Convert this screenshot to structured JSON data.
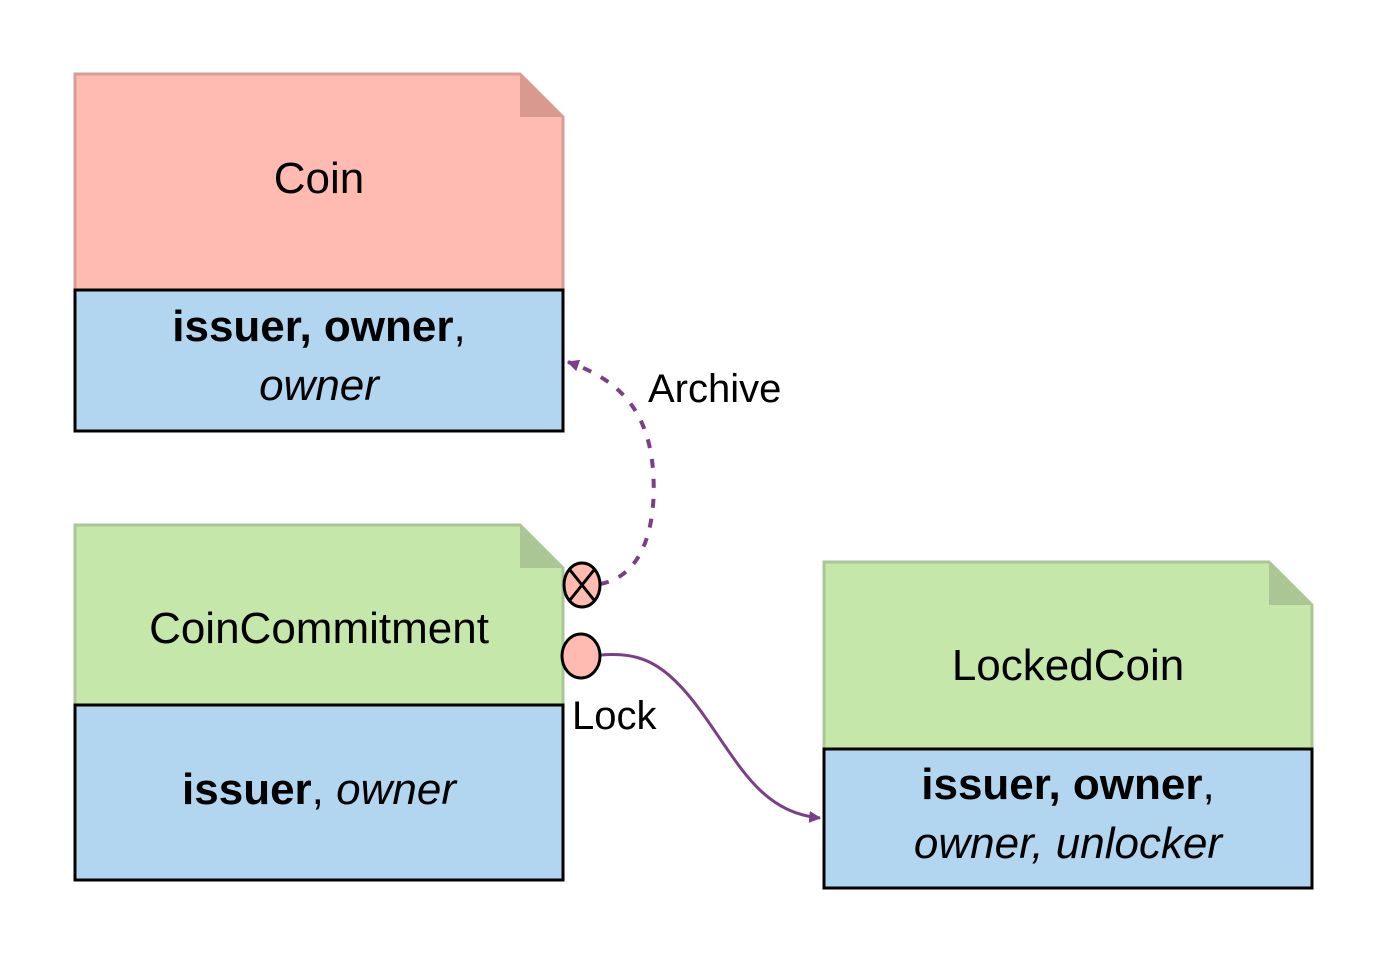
{
  "colors": {
    "red_header": "#ffbbb1",
    "green_header": "#c6e7aa",
    "body": "#b2d6f0",
    "edge": "#7b3f8a"
  },
  "nodes": {
    "coin": {
      "title": "Coin",
      "line1_bold": "issuer, owner",
      "line1_sep": ",",
      "line2_italic": "owner"
    },
    "coin_commitment": {
      "title": "CoinCommitment",
      "line1_bold": "issuer",
      "line1_sep": ", ",
      "line1_italic": "owner"
    },
    "locked_coin": {
      "title": "LockedCoin",
      "line1_bold": "issuer, owner",
      "line1_sep": ",",
      "line2_italic": "owner, unlocker"
    }
  },
  "edges": {
    "archive": {
      "label": "Archive",
      "style": "dashed",
      "from": "CoinCommitment",
      "to": "Coin",
      "port_icon": "cross-circle-icon"
    },
    "lock": {
      "label": "Lock",
      "style": "solid",
      "from": "CoinCommitment",
      "to": "LockedCoin",
      "port_icon": "circle-icon"
    }
  }
}
